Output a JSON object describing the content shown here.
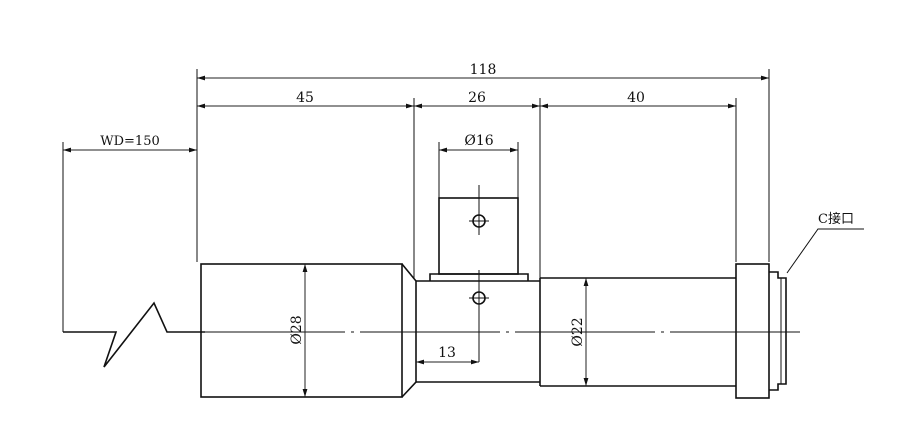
{
  "dimensions": {
    "overall_length": "118",
    "front_section": "45",
    "middle_section": "26",
    "rear_section": "40",
    "working_distance": "WD=150",
    "mount_diameter": "Ø16",
    "mount_offset": "13",
    "front_diameter": "Ø28",
    "rear_diameter": "Ø22"
  },
  "callouts": {
    "mount_label": "C接口"
  }
}
